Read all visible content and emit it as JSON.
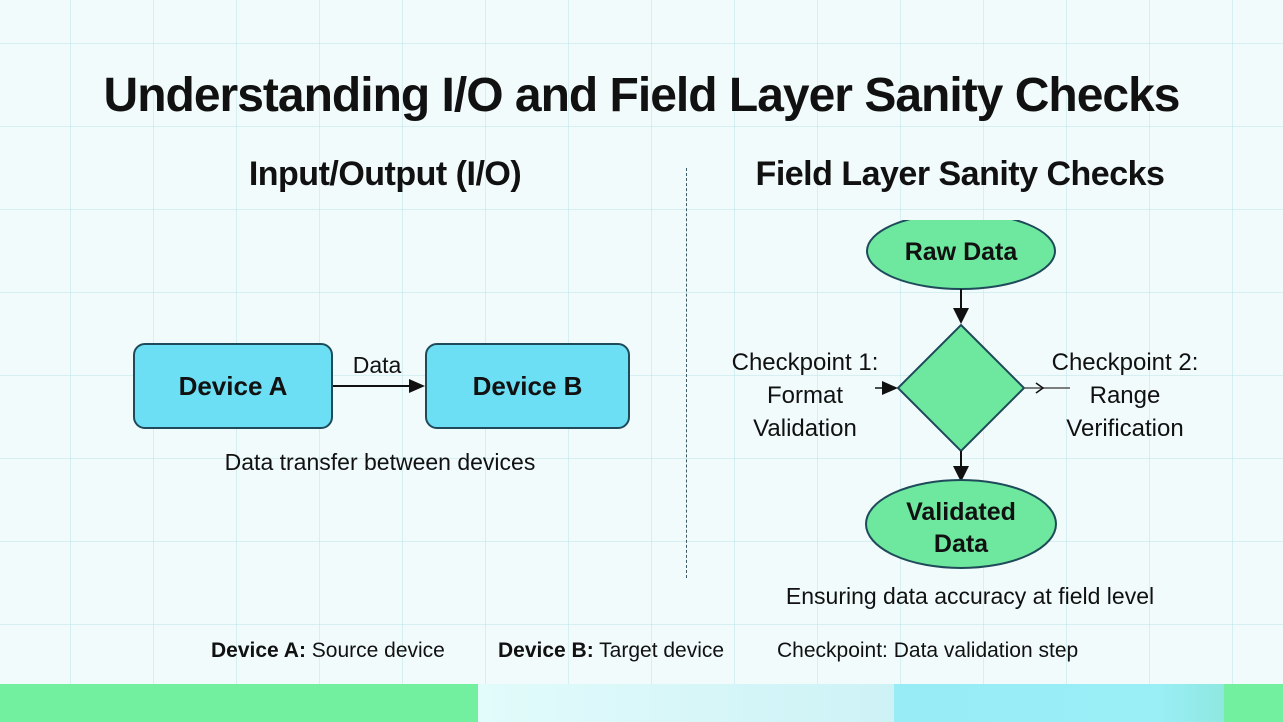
{
  "title": "Understanding I/O and Field Layer Sanity Checks",
  "left_panel": {
    "heading": "Input/Output (I/O)",
    "device_a": "Device A",
    "device_b": "Device B",
    "arrow_label": "Data",
    "caption": "Data transfer between devices"
  },
  "right_panel": {
    "heading": "Field Layer Sanity Checks",
    "start_node": "Raw Data",
    "end_node_line1": "Validated",
    "end_node_line2": "Data",
    "checkpoint1": {
      "line1": "Checkpoint 1:",
      "line2": "Format",
      "line3": "Validation"
    },
    "checkpoint2": {
      "line1": "Checkpoint 2:",
      "line2": "Range",
      "line3": "Verification"
    },
    "caption": "Ensuring data accuracy at field level"
  },
  "legend": [
    {
      "term": "Device A:",
      "desc": " Source device",
      "bold": true
    },
    {
      "term": "Device B:",
      "desc": " Target device",
      "bold": true
    },
    {
      "term": "Checkpoint:",
      "desc": " Data validation step",
      "bold": false
    }
  ],
  "colors": {
    "device_fill": "#6ddff5",
    "node_fill": "#6ee89e",
    "stroke": "#1e4a5a",
    "band_green": "#72f0a0",
    "band_cyan": "#98ecf6"
  }
}
